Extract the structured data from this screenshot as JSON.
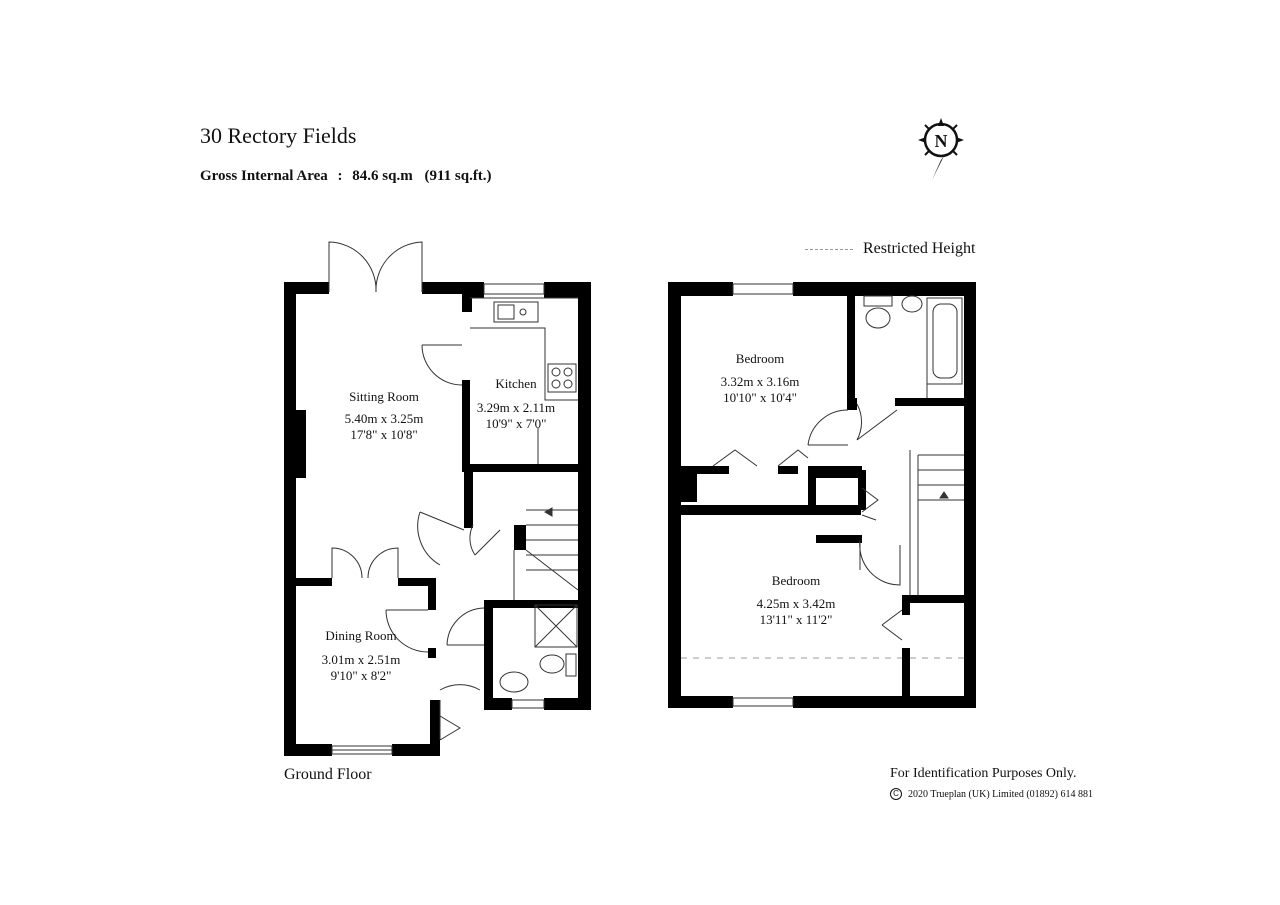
{
  "header": {
    "title": "30 Rectory Fields",
    "gia_label": "Gross Internal Area",
    "gia_sep": ":",
    "gia_value": "84.6 sq.m",
    "gia_imperial": "(911 sq.ft.)"
  },
  "compass": {
    "letter": "N",
    "icon": "north-compass-icon"
  },
  "legend": {
    "restricted_height": "Restricted Height"
  },
  "ground_floor": {
    "label": "Ground Floor",
    "rooms": [
      {
        "name": "Sitting Room",
        "metric": "5.40m  x  3.25m",
        "imperial": "17'8\"  x  10'8\""
      },
      {
        "name": "Kitchen",
        "metric": "3.29m  x  2.11m",
        "imperial": "10'9\"  x  7'0\""
      },
      {
        "name": "Dining Room",
        "metric": "3.01m  x  2.51m",
        "imperial": "9'10\"  x  8'2\""
      }
    ]
  },
  "first_floor": {
    "rooms": [
      {
        "name": "Bedroom",
        "metric": "3.32m  x  3.16m",
        "imperial": "10'10\"  x  10'4\""
      },
      {
        "name": "Bedroom",
        "metric": "4.25m  x  3.42m",
        "imperial": "13'11\"  x  11'2\""
      }
    ]
  },
  "footer": {
    "disclaimer": "For Identification Purposes Only.",
    "copyright_symbol": "C",
    "copyright": "2020 Trueplan (UK) Limited  (01892) 614 881"
  },
  "colors": {
    "wall": "#000000",
    "fixture": "#555555",
    "restricted": "#999999"
  }
}
